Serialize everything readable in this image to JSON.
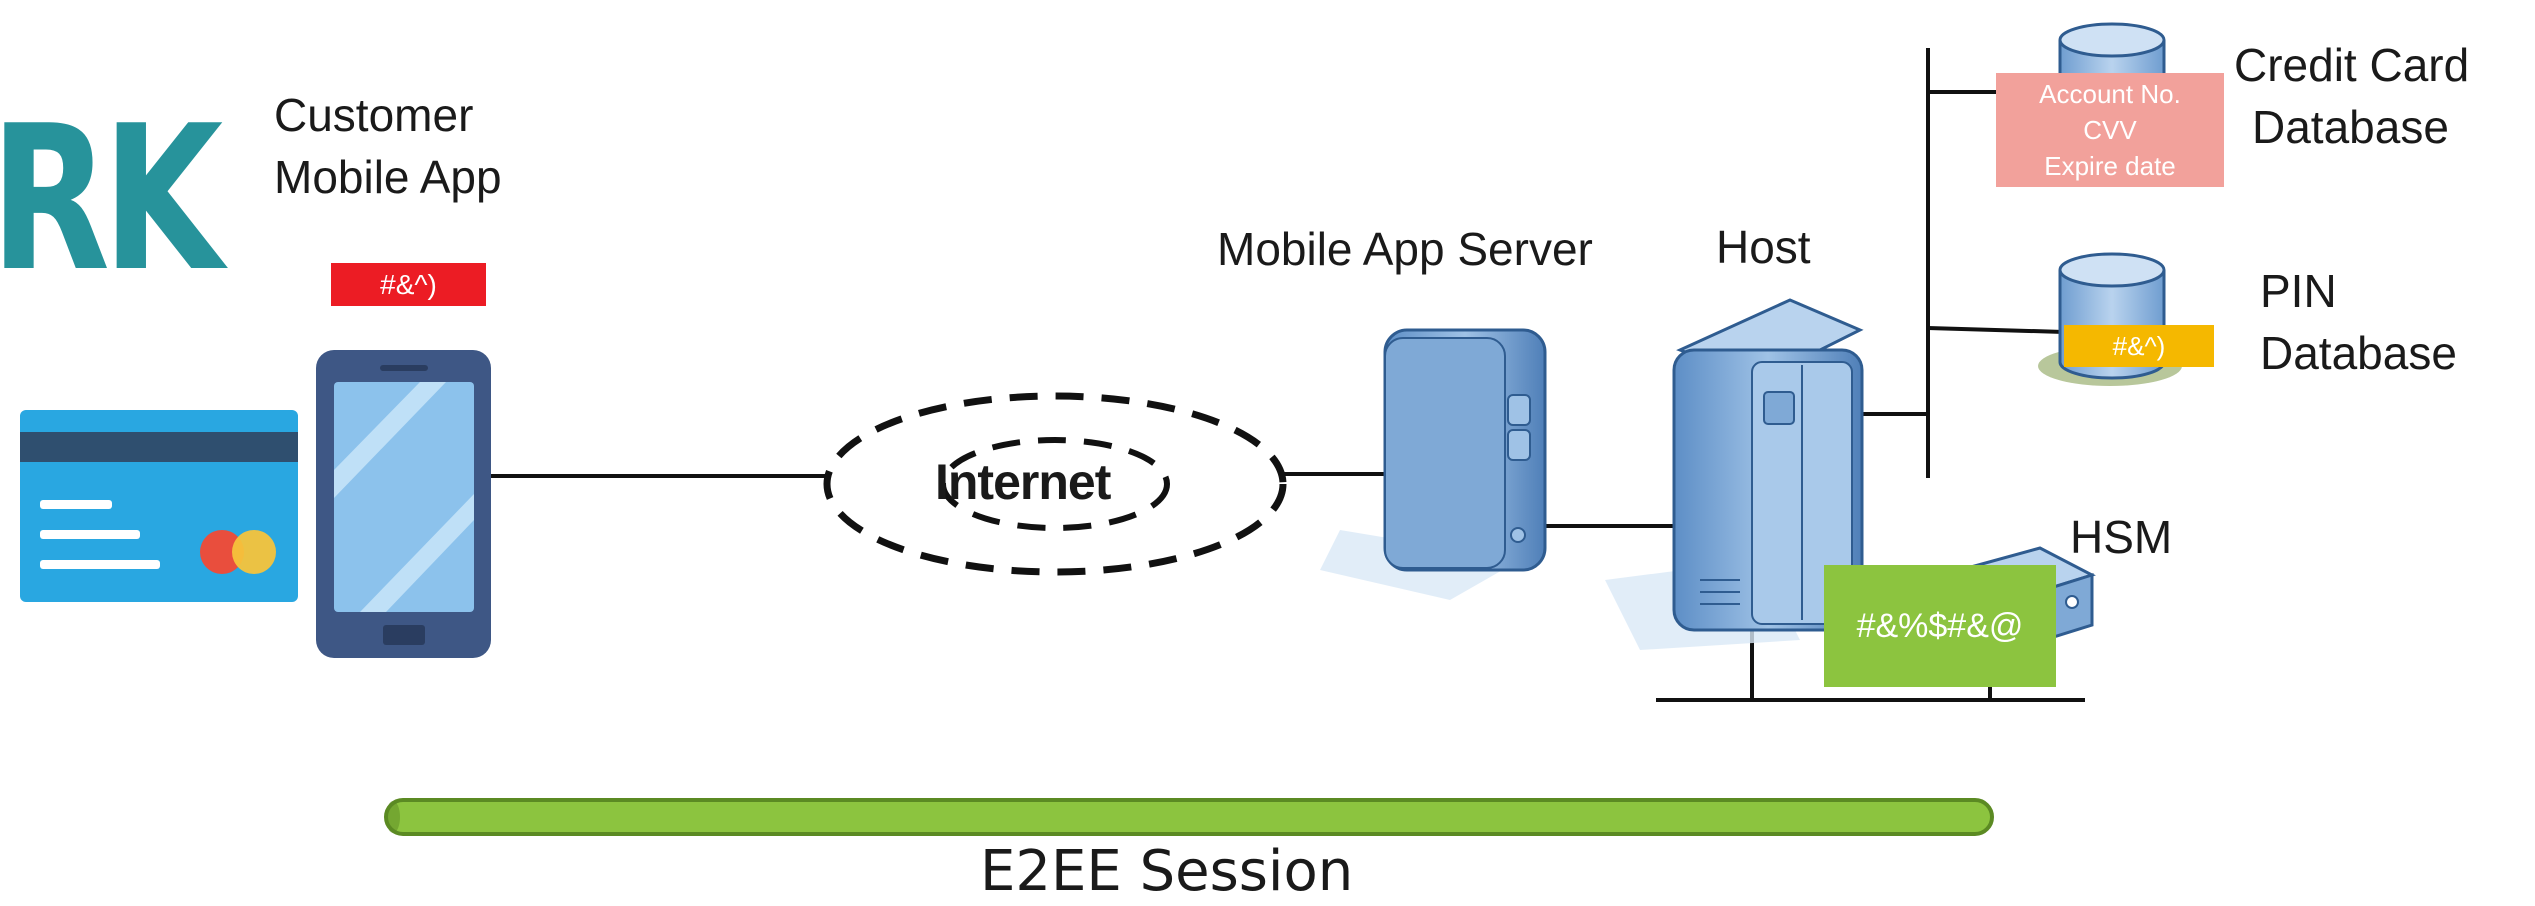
{
  "brand": {
    "text": "RK"
  },
  "labels": {
    "customer_app_line1": "Customer",
    "customer_app_line2": "Mobile App",
    "mobile_app_server": "Mobile App Server",
    "host": "Host",
    "credit_card_line1": "Credit Card",
    "credit_card_line2": "Database",
    "pin_line1": "PIN",
    "pin_line2": "Database",
    "hsm": "HSM",
    "internet": "Internet",
    "e2ee_session": "E2EE Session"
  },
  "tags": {
    "app_encrypted": "#&^)",
    "pin_encrypted": "#&^)",
    "hsm_encrypted": "#&%$#&@",
    "credit_card_fields": [
      "Account No.",
      "CVV",
      "Expire date"
    ]
  },
  "colors": {
    "brand": "#27939b",
    "app_tag": "#ec1c24",
    "credit_card_tag": "#f2a19b",
    "pin_tag": "#f5b800",
    "hsm_tag": "#8cc43f",
    "session_bar": "#8cc43f",
    "device_blue": "#7fa9d6",
    "phone_body": "#3e5785",
    "card_blue": "#29a7e1"
  },
  "icons": {
    "card": "credit-card-icon",
    "phone": "mobile-phone-icon",
    "server": "server-icon",
    "host": "host-tower-icon",
    "database": "database-cylinder-icon",
    "hsm": "hsm-device-icon"
  }
}
